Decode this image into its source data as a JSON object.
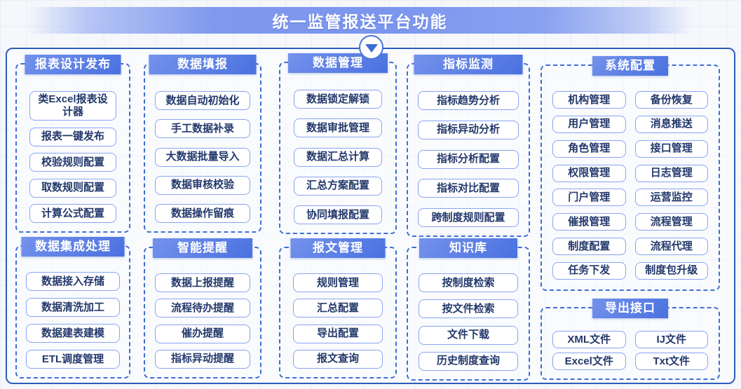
{
  "banner": {
    "title": "统一监管报送平台功能"
  },
  "connector": {
    "icon": "down-triangle-icon"
  },
  "colors": {
    "banner_blue": "#7b96ee",
    "header_blue": "#4d76e2",
    "container_border": "#2e5cb8",
    "group_dashed_border": "#3f6ed5",
    "item_border": "#8aa4f2",
    "item_text": "#23386b",
    "background": "#f5f7fb"
  },
  "groups": [
    {
      "title": "报表设计发布",
      "items": [
        "类Excel报表设计器",
        "报表一键发布",
        "校验规则配置",
        "取数规则配置",
        "计算公式配置"
      ]
    },
    {
      "title": "数据填报",
      "items": [
        "数据自动初始化",
        "手工数据补录",
        "大数据批量导入",
        "数据审核校验",
        "数据操作留痕"
      ]
    },
    {
      "title": "数据管理",
      "items": [
        "数据锁定解锁",
        "数据审批管理",
        "数据汇总计算",
        "汇总方案配置",
        "协同填报配置"
      ]
    },
    {
      "title": "指标监测",
      "items": [
        "指标趋势分析",
        "指标异动分析",
        "指标分析配置",
        "指标对比配置",
        "跨制度规则配置"
      ]
    },
    {
      "title": "系统配置",
      "items": [
        "机构管理",
        "备份恢复",
        "用户管理",
        "消息推送",
        "角色管理",
        "接口管理",
        "权限管理",
        "日志管理",
        "门户管理",
        "运营监控",
        "催报管理",
        "流程管理",
        "制度配置",
        "流程代理",
        "任务下发",
        "制度包升级"
      ]
    },
    {
      "title": "数据集成处理",
      "items": [
        "数据接入存储",
        "数据清洗加工",
        "数据建表建模",
        "ETL调度管理"
      ]
    },
    {
      "title": "智能提醒",
      "items": [
        "数据上报提醒",
        "流程待办提醒",
        "催办提醒",
        "指标异动提醒"
      ]
    },
    {
      "title": "报文管理",
      "items": [
        "规则管理",
        "汇总配置",
        "导出配置",
        "报文查询"
      ]
    },
    {
      "title": "知识库",
      "items": [
        "按制度检索",
        "按文件检索",
        "文件下载",
        "历史制度查询"
      ]
    },
    {
      "title": "导出接口",
      "items": [
        "XML文件",
        "IJ文件",
        "Excel文件",
        "Txt文件"
      ]
    }
  ]
}
